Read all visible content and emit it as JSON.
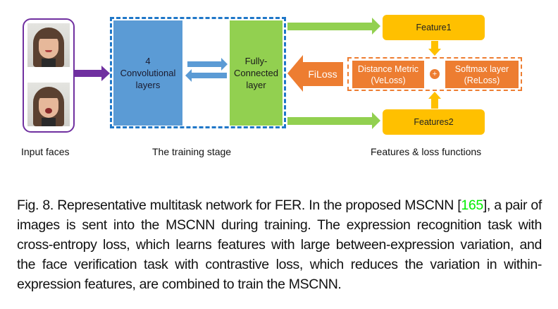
{
  "figure": {
    "input_faces": {
      "label": "Input faces",
      "faces": [
        "smiling-face",
        "surprised-face"
      ]
    },
    "training_stage": {
      "label": "The training stage",
      "conv_block": "4\nConvolutional\nlayers",
      "conv_lines": [
        "4",
        "Convolutional",
        "layers"
      ],
      "fc_lines": [
        "Fully-",
        "Connected",
        "layer"
      ]
    },
    "features": {
      "label": "Features & loss functions",
      "feature1": "Feature1",
      "feature2": "Features2",
      "filoss": "FiLoss",
      "distance_lines": [
        "Distance Metric",
        "(VeLoss)"
      ],
      "softmax_lines": [
        "Softmax layer",
        "(ReLoss)"
      ],
      "plus": "+"
    },
    "colors": {
      "purple": "#7030a0",
      "blue": "#5b9bd5",
      "blue_dash": "#1f77c8",
      "green": "#92d050",
      "yellow": "#ffc000",
      "orange": "#ed7d31",
      "citation": "#00ee00"
    }
  },
  "caption": {
    "prefix": "Fig. 8. Representative multitask network for FER. In the proposed MSCNN [",
    "citation": "165",
    "suffix": "], a pair of images is sent into the MSCNN during training. The expression recognition task with cross-entropy loss, which learns features with large between-expression variation, and the face verification task with contrastive loss, which reduces the variation in within-expression features, are combined to train the MSCNN."
  }
}
